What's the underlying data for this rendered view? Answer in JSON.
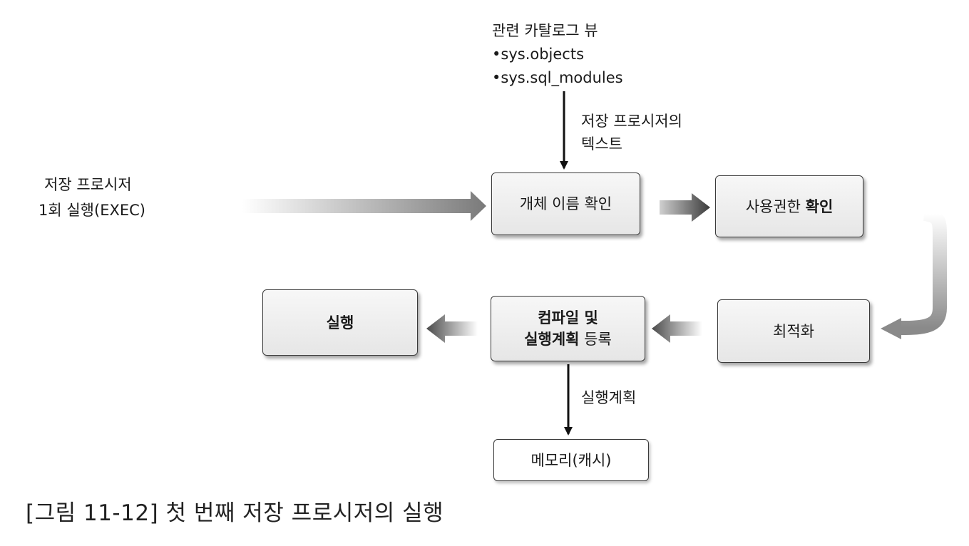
{
  "catalog": {
    "title": "관련 카탈로그 뷰",
    "items": [
      "•sys.objects",
      "•sys.sql_modules"
    ]
  },
  "labels": {
    "text_of_proc_line1": "저장 프로시저의",
    "text_of_proc_line2": "텍스트",
    "input_line1": "저장 프로시저",
    "input_line2": "1회 실행(EXEC)",
    "plan_arrow": "실행계획"
  },
  "boxes": {
    "name_check": "개체 이름 확인",
    "perm_check_a": "사용권한 ",
    "perm_check_b": "확인",
    "optimize": "최적화",
    "compile_line1": "컴파일 및",
    "compile_line2a": "실행계획",
    "compile_line2b": " 등록",
    "execute": "실행",
    "memory": "메모리(캐시)"
  },
  "caption": "[그림 11-12] 첫 번째 저장 프로시저의 실행"
}
